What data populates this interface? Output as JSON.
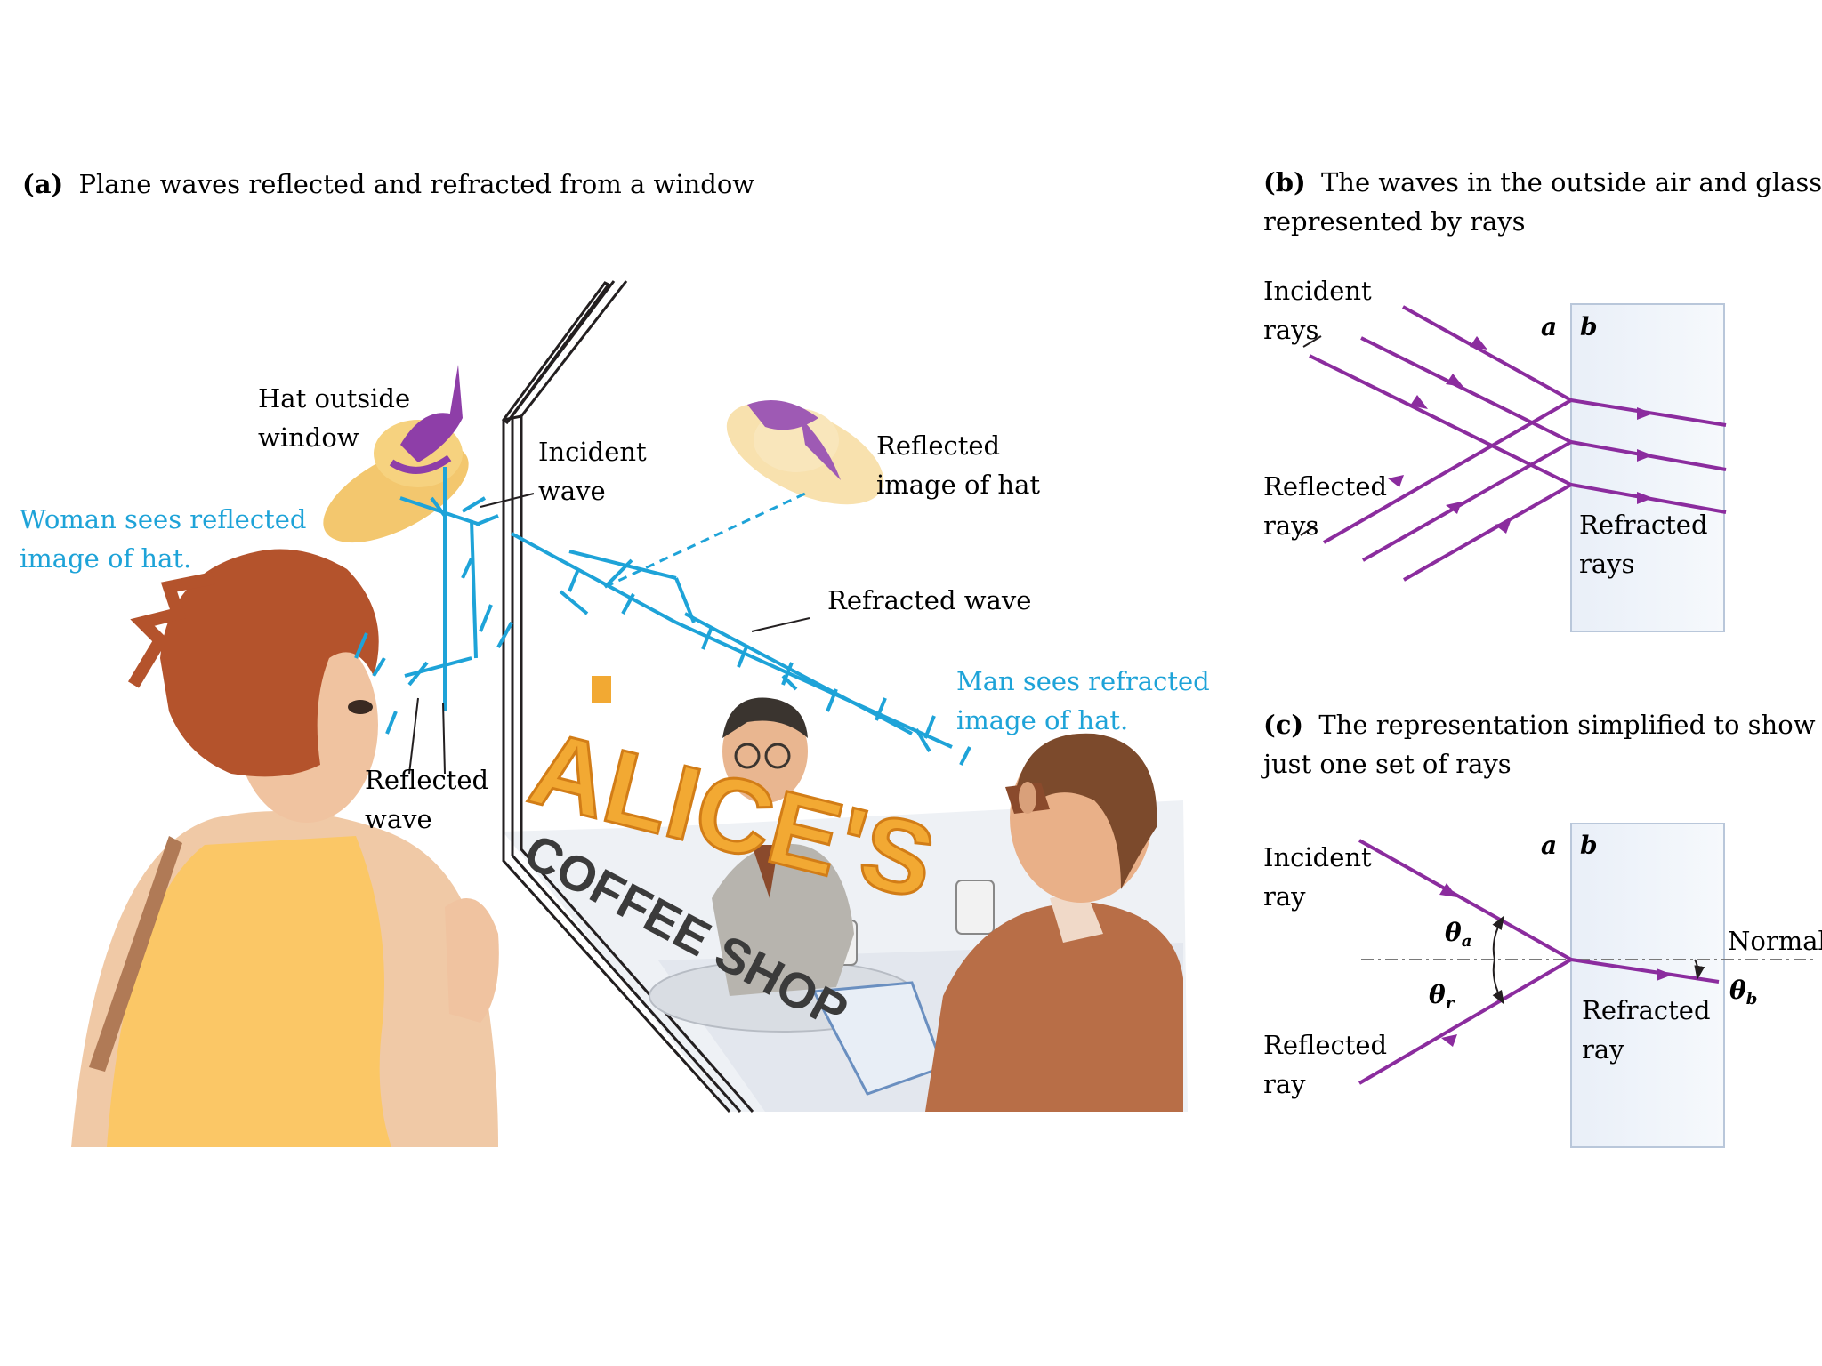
{
  "panel_a": {
    "letter": "(a)",
    "caption": "Plane waves reflected and refracted from a window",
    "labels": {
      "hat_outside_1": "Hat outside",
      "hat_outside_2": "window",
      "incident_1": "Incident",
      "incident_2": "wave",
      "reflected_image_1": "Reflected",
      "reflected_image_2": "image of hat",
      "woman_1": "Woman sees reflected",
      "woman_2": "image of hat.",
      "refracted_wave": "Refracted wave",
      "man_1": "Man sees refracted",
      "man_2": "image of hat.",
      "reflected_wave_1": "Reflected",
      "reflected_wave_2": "wave"
    },
    "sign": {
      "line1": "ALICE'S",
      "line2": "COFFEE SHOP"
    }
  },
  "panel_b": {
    "letter": "(b)",
    "caption_1": "The waves in the outside air and glass",
    "caption_2": "represented by rays",
    "incident_1": "Incident",
    "incident_2": "rays",
    "reflected_1": "Reflected",
    "reflected_2": "rays",
    "refracted_1": "Refracted",
    "refracted_2": "rays",
    "a": "a",
    "b": "b"
  },
  "panel_c": {
    "letter": "(c)",
    "caption_1": "The representation simplified to show",
    "caption_2": "just one set of rays",
    "incident_1": "Incident",
    "incident_2": "ray",
    "reflected_1": "Reflected",
    "reflected_2": "ray",
    "refracted_1": "Refracted",
    "refracted_2": "ray",
    "normal": "Normal",
    "theta_a": "θ",
    "theta_a_sub": "a",
    "theta_r": "θ",
    "theta_r_sub": "r",
    "theta_b": "θ",
    "theta_b_sub": "b",
    "a": "a",
    "b": "b"
  },
  "colors": {
    "ray": "#8b2c9e",
    "wave": "#1ea3d8",
    "glass": "#dbe6f3",
    "text": "#231f20"
  }
}
